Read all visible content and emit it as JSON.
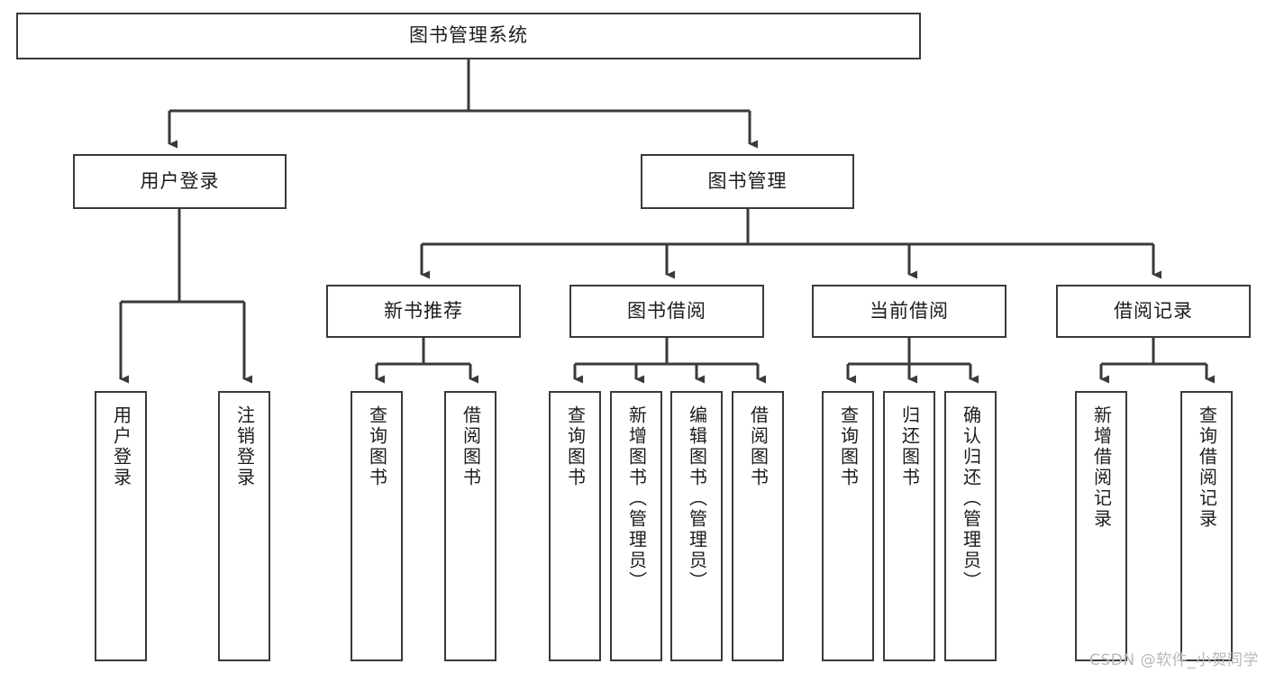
{
  "diagram": {
    "type": "tree",
    "title": "图书管理系统",
    "root": {
      "label": "图书管理系统"
    },
    "level2": [
      {
        "label": "用户登录"
      },
      {
        "label": "图书管理"
      }
    ],
    "level3": [
      {
        "label": "新书推荐"
      },
      {
        "label": "图书借阅"
      },
      {
        "label": "当前借阅"
      },
      {
        "label": "借阅记录"
      }
    ],
    "leaves": {
      "user_login": [
        {
          "label": "用户登录"
        },
        {
          "label": "注销登录"
        }
      ],
      "new_book_recommend": [
        {
          "label": "查询图书"
        },
        {
          "label": "借阅图书"
        }
      ],
      "book_borrow": [
        {
          "label": "查询图书"
        },
        {
          "label": "新增图书（管理员）"
        },
        {
          "label": "编辑图书（管理员）"
        },
        {
          "label": "借阅图书"
        }
      ],
      "current_borrow": [
        {
          "label": "查询图书"
        },
        {
          "label": "归还图书"
        },
        {
          "label": "确认归还（管理员）"
        }
      ],
      "borrow_record": [
        {
          "label": "新增借阅记录"
        },
        {
          "label": "查询借阅记录"
        }
      ]
    }
  },
  "watermark": {
    "text": "CSDN @软件_小贺同学"
  },
  "colors": {
    "stroke": "#3a3a3a",
    "background": "#ffffff",
    "text": "#1c1c1c",
    "watermark": "#b8b8b8"
  }
}
